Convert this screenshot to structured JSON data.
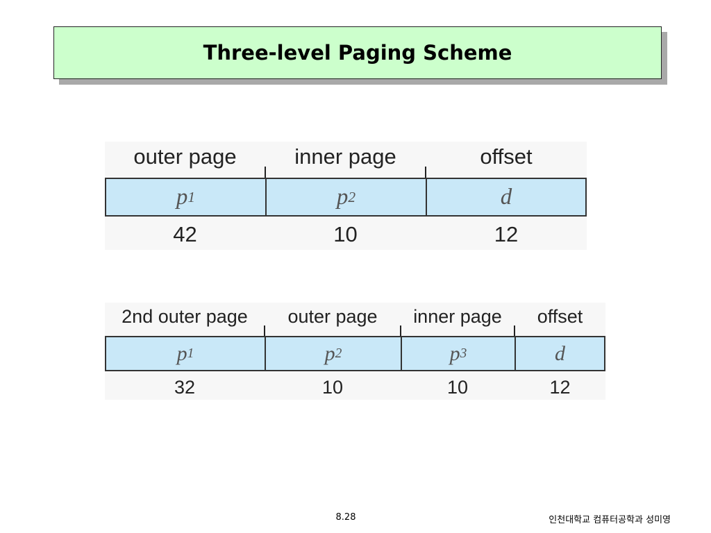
{
  "title": "Three-level Paging Scheme",
  "two_level": {
    "fields": [
      {
        "header": "outer page",
        "symbol": "p",
        "subscript": "1",
        "bits": "42"
      },
      {
        "header": "inner page",
        "symbol": "p",
        "subscript": "2",
        "bits": "10"
      },
      {
        "header": "offset",
        "symbol": "d",
        "subscript": "",
        "bits": "12"
      }
    ]
  },
  "three_level": {
    "fields": [
      {
        "header": "2nd outer page",
        "symbol": "p",
        "subscript": "1",
        "bits": "32"
      },
      {
        "header": "outer page",
        "symbol": "p",
        "subscript": "2",
        "bits": "10"
      },
      {
        "header": "inner page",
        "symbol": "p",
        "subscript": "3",
        "bits": "10"
      },
      {
        "header": "offset",
        "symbol": "d",
        "subscript": "",
        "bits": "12"
      }
    ]
  },
  "footer": {
    "page_number": "8.28",
    "credit": "인천대학교 컴퓨터공학과 성미영"
  },
  "colors": {
    "title_background": "#ccffcc",
    "field_background": "#c9e8f8"
  }
}
